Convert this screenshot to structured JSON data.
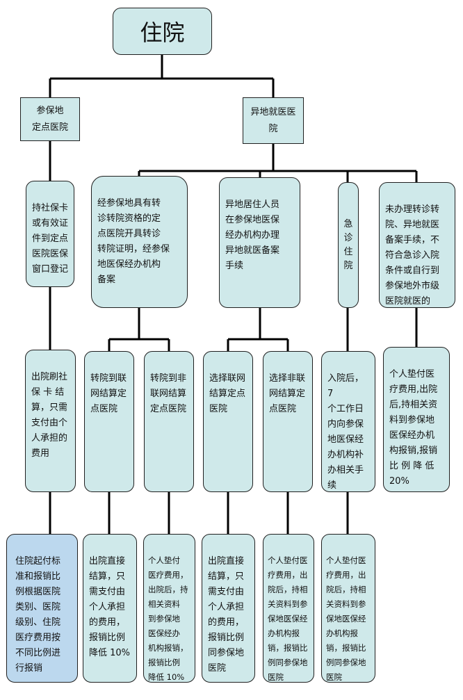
{
  "root": {
    "label": "住院"
  },
  "branches": {
    "local": {
      "label": "参保地\n定点医院"
    },
    "remote": {
      "label": "异地就医医\n院"
    }
  },
  "level2": {
    "local_register": "持社保卡\n或有效证\n件到定点\n医院医保\n窗口登记",
    "referral": "经参保地具有转\n诊转院资格的定\n点医院开具转诊\n转院证明，经参保\n地医保经办机构\n备案",
    "resident": "异地居住人员\n在参保地医保\n经办机构办理\n异地就医备案\n手续",
    "emergency": "急诊住院",
    "no_referral": "未办理转诊转\n院、异地就医\n备案手续，不\n符合急诊入院\n条件或自行到\n参保地外市级\n医院就医的"
  },
  "level3": {
    "local_discharge": "出院刷社\n保 卡 结\n算，只需\n支付由个\n人承担的\n费用",
    "ref_network": "转院到联\n网结算定\n点医院",
    "ref_non_network": "转院到非\n联网结算\n定点医院",
    "res_network": "选择联网\n结算定点\n医院",
    "res_non_network": "选择非联\n网结算定\n点医院",
    "emg_process": "入院后，7\n个工作日\n内向参保\n地医保经\n办机构补\n办相关手\n续",
    "self_pay": "个人垫付医\n疗费用,出院\n后,持相关资\n料到参保地\n医保经办机\n构报销,报销\n比 例 降 低\n20%"
  },
  "level4": {
    "local_note": "住院起付标\n准和报销比\n例根据医院\n类别、医院\n级别、住院\n医疗费用按\n不同比例进\n行报销",
    "ref_direct": "出院直接\n结算，只\n需支付由\n个人承担\n的费用，\n报销比例\n降低 10%",
    "ref_self_pay": "个人垫付\n医疗费用，\n出院后，持\n相关资料\n到参保地\n医保经办\n机构报销，\n报销比例\n降低 10%",
    "res_direct": "出院直接\n结算，只\n需支付由\n个人承担\n的费用，\n报销比例\n同参保地\n医院",
    "res_self_pay": "个人垫付医\n疗费用，出\n院后，持相\n关资料到参\n保地医保经\n办机构报\n销，报销比\n例同参保地\n医院",
    "emg_self_pay": "个人垫付医\n疗费用，出\n院后，持相\n关资料到参\n保地医保经\n办机构报\n销，报销比\n例同参保地\n医院"
  }
}
